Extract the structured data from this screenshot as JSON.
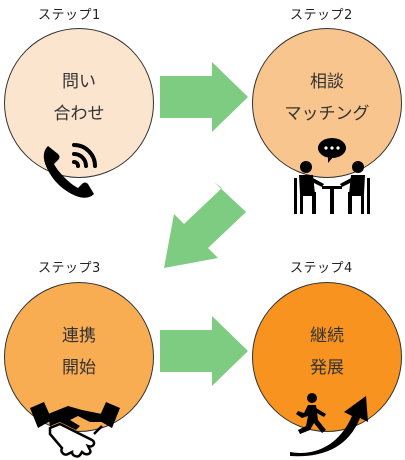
{
  "steps": [
    {
      "label": "ステップ1",
      "line1": "問い",
      "line2": "合わせ",
      "color": "#fbe5cf"
    },
    {
      "label": "ステップ2",
      "line1": "相談",
      "line2": "マッチング",
      "color": "#f9c58e"
    },
    {
      "label": "ステップ3",
      "line1": "連携",
      "line2": "開始",
      "color": "#f8ad53"
    },
    {
      "label": "ステップ4",
      "line1": "継続",
      "line2": "発展",
      "color": "#f7931e"
    }
  ],
  "arrow_color": "#7dcc82",
  "icons": [
    "phone-icon",
    "consultation-icon",
    "handshake-icon",
    "growth-runner-icon"
  ]
}
